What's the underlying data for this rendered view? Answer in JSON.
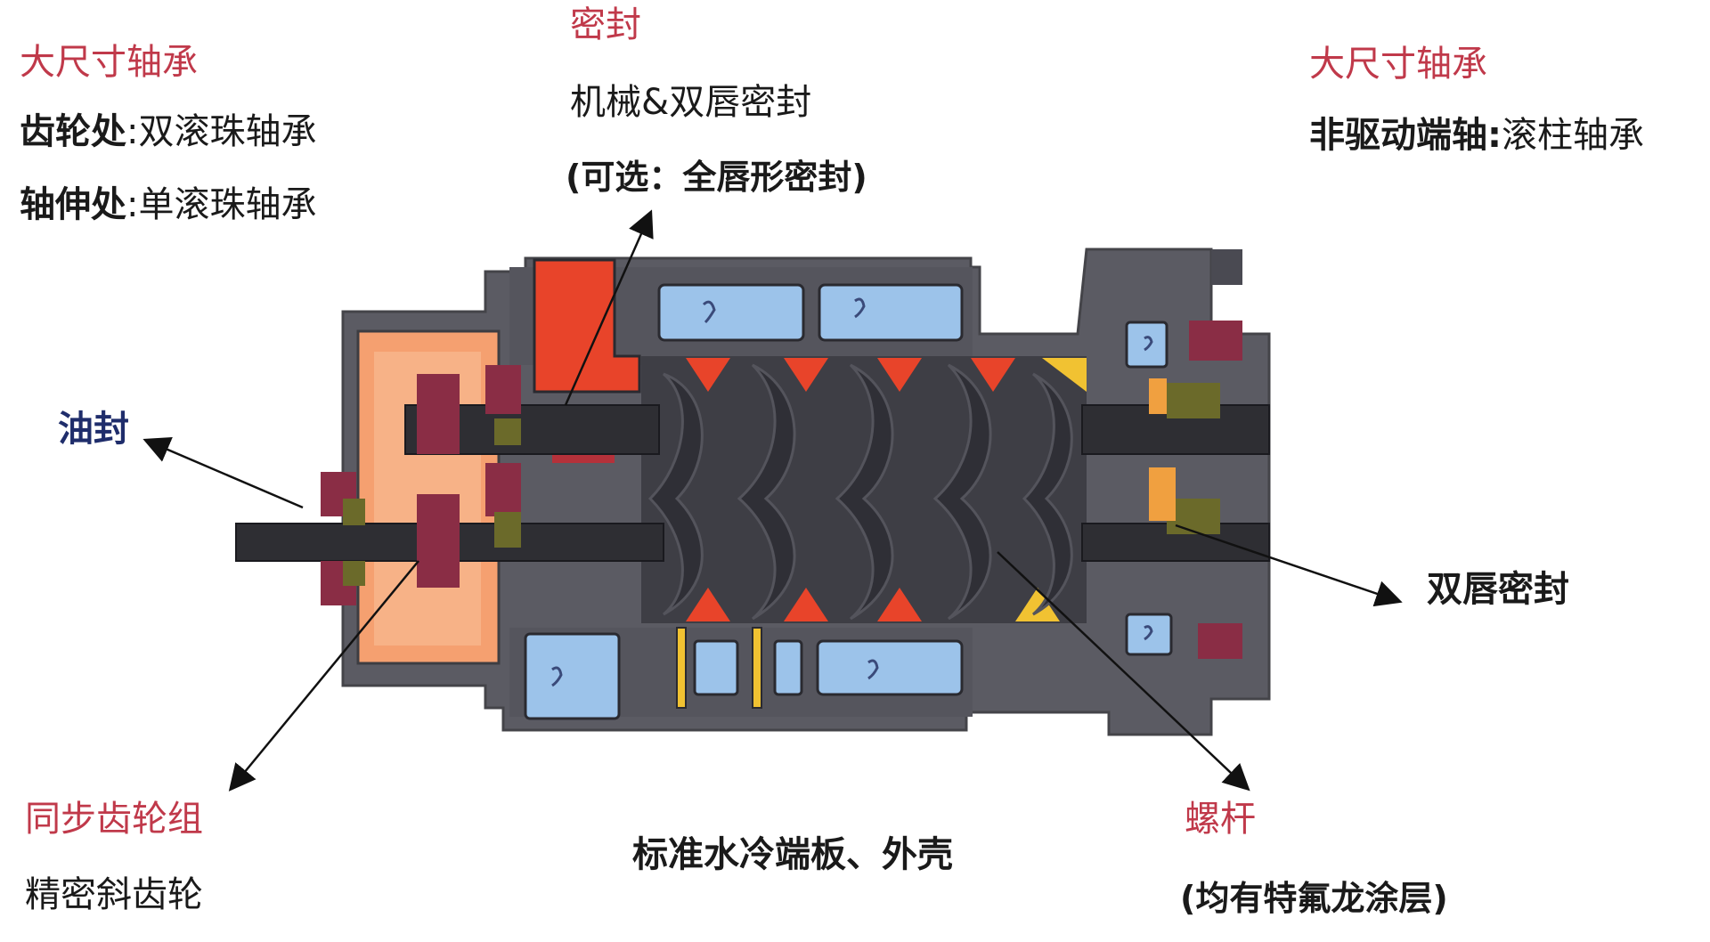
{
  "labels": {
    "top_left_title": "大尺寸轴承",
    "top_left_gear_key": "齿轮处",
    "top_left_gear_val": ":双滚珠轴承",
    "top_left_shaft_key": "轴伸处",
    "top_left_shaft_val": ":单滚珠轴承",
    "seal_title": "密封",
    "seal_line1": "机械&双唇密封",
    "seal_line2": "(可选：全唇形密封)",
    "top_right_title": "大尺寸轴承",
    "top_right_key": "非驱动端轴:",
    "top_right_val": "滚柱轴承",
    "oil_seal": "油封",
    "double_lip_seal": "双唇密封",
    "sync_gear_title": "同步齿轮组",
    "sync_gear_desc": "精密斜齿轮",
    "endplate": "标准水冷端板、外壳",
    "screw_title": "螺杆",
    "screw_desc": "(均有特氟龙涂层)"
  },
  "colors": {
    "label_red": "#c0394a",
    "oil_seal_blue": "#1f2d6b",
    "housing_gray": "#5b5b63",
    "gear_chamber_orange": "#f5a070",
    "seal_red": "#e8442a",
    "cooling_blue": "#9cc3ea",
    "rotor_dark": "#3f3f46",
    "yellow_accent": "#f1c232",
    "bearing_maroon": "#8a2d45",
    "bearing_olive": "#6b6a2a"
  }
}
